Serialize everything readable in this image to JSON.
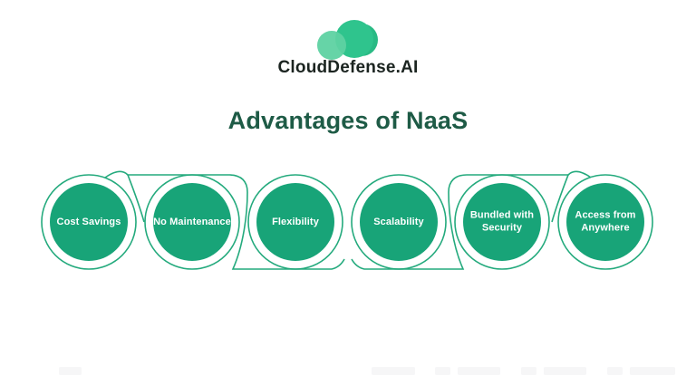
{
  "logo": {
    "text": "CloudDefense.AI"
  },
  "title": "Advantages of NaaS",
  "diagram": {
    "items": [
      {
        "label": "Cost Savings"
      },
      {
        "label": "No Maintenance"
      },
      {
        "label": "Flexibility"
      },
      {
        "label": "Scalability"
      },
      {
        "label": "Bundled with Security"
      },
      {
        "label": "Access from Anywhere"
      }
    ]
  },
  "colors": {
    "circle_fill": "#18a478",
    "outline_stroke": "#24aa7d",
    "title_green": "#1e5b46",
    "logo_text_dark": "#1b2420",
    "cloud_back": "#2fc48d",
    "cloud_front": "#5ed2a2",
    "label_text": "#ffffff"
  }
}
